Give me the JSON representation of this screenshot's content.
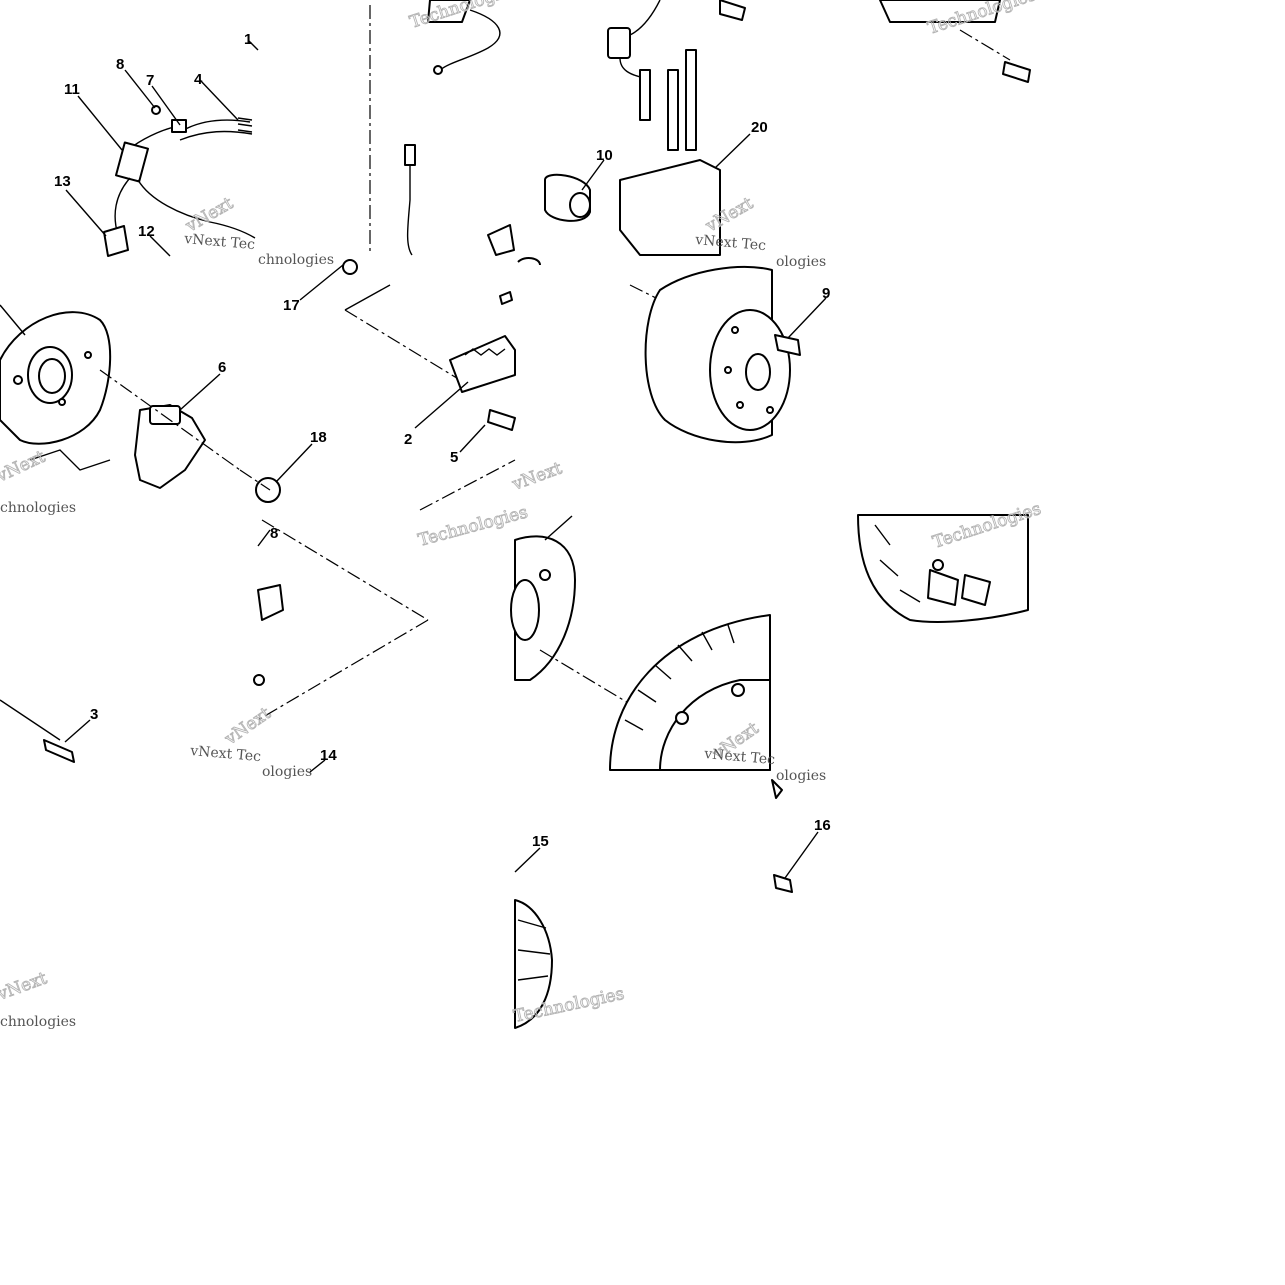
{
  "diagram": {
    "callouts": {
      "c1": "1",
      "c2": "2",
      "c3": "3",
      "c4": "4",
      "c5": "5",
      "c6": "6",
      "c7": "7",
      "c8a": "8",
      "c8b": "8",
      "c9": "9",
      "c10": "10",
      "c11": "11",
      "c12": "12",
      "c13": "13",
      "c14": "14",
      "c15": "15",
      "c16": "16",
      "c17": "17",
      "c18": "18",
      "c20": "20"
    },
    "watermarks": {
      "vnext": "vNext",
      "technologies": "Technologies",
      "vnext_tec": "vNext Tec",
      "technologies_lower": "chnologies",
      "ologies": "ologies"
    }
  }
}
